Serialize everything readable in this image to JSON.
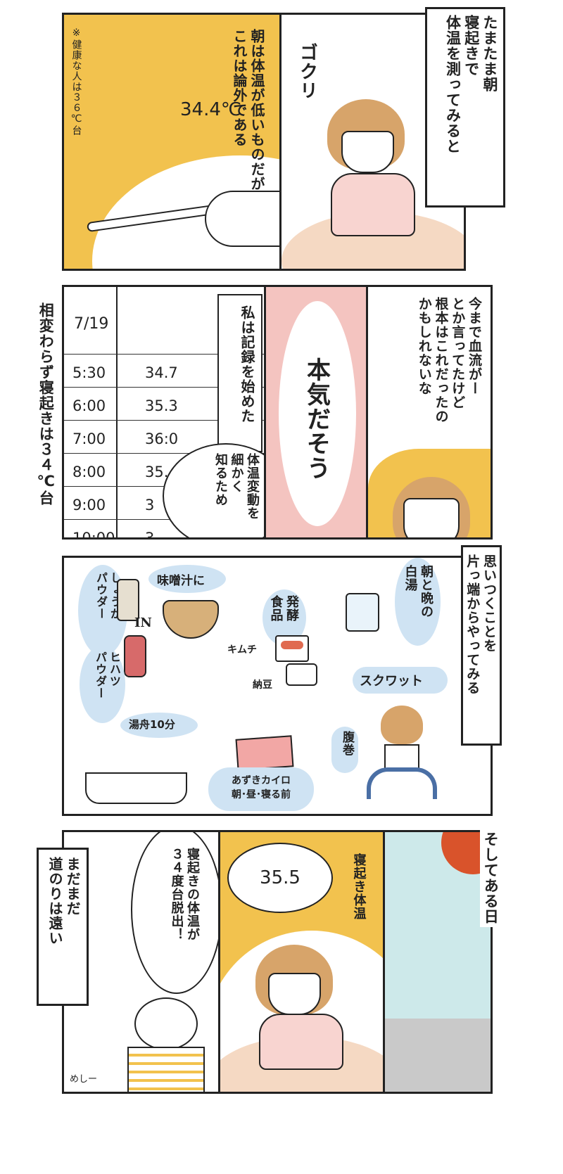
{
  "row1": {
    "caption": [
      "たまたま朝",
      "寝起きで",
      "体温を測ってみると"
    ],
    "sfx": "ゴクリ",
    "reading": "34.4℃",
    "narration": [
      "朝は体温が低いものだが",
      "これは論外である"
    ],
    "note": "※健康な人は３６℃台"
  },
  "row2": {
    "side_text": "相変わらず寝起きは３４℃台",
    "table": {
      "date": "7/19",
      "rows": [
        {
          "time": "5:30",
          "temp": "34.7"
        },
        {
          "time": "6:00",
          "temp": "35.3"
        },
        {
          "time": "7:00",
          "temp": "36:0"
        },
        {
          "time": "8:00",
          "temp": "35."
        },
        {
          "time": "9:00",
          "temp": "3"
        },
        {
          "time": "10:00",
          "temp": "3"
        }
      ]
    },
    "caption": "私は記録を始めた",
    "speech": [
      "体温変動を",
      "細かく",
      "知るため"
    ],
    "emphasis": "本気だそう",
    "thought": [
      "今まで血流がー",
      "とか言ってたけど",
      "根本はこれだったの",
      "かもしれないな"
    ]
  },
  "row3": {
    "caption": [
      "思いつくことを",
      "片っ端からやってみる"
    ],
    "ginger": [
      "しょうが",
      "パウダー"
    ],
    "miso": "味噌汁に",
    "in_label": "IN",
    "hihatsu": [
      "ヒハツ",
      "パウダー"
    ],
    "fermented": [
      "発酵",
      "食品"
    ],
    "kimchi": "キムチ",
    "natto": "納豆",
    "hot_water": [
      "朝と晩の",
      "白湯"
    ],
    "squat": "スクワット",
    "belly": "腹巻",
    "bath": "湯舟10分",
    "kairo": [
      "あずきカイロ",
      "朝･昼･寝る前"
    ]
  },
  "row4": {
    "caption": [
      "まだまだ",
      "道のりは遠い"
    ],
    "shout": [
      "寝起きの体温が",
      "３４度台脱出！"
    ],
    "reading": "35.5",
    "label": "寝起き体温",
    "narration": "そしてある日",
    "cat_sfx": "めしー"
  },
  "colors": {
    "yellow": "#f2c24e",
    "pink": "#f4c4c0",
    "blue": "#cfe3f3",
    "sky": "#cde9ea",
    "hair": "#d7a46a"
  }
}
